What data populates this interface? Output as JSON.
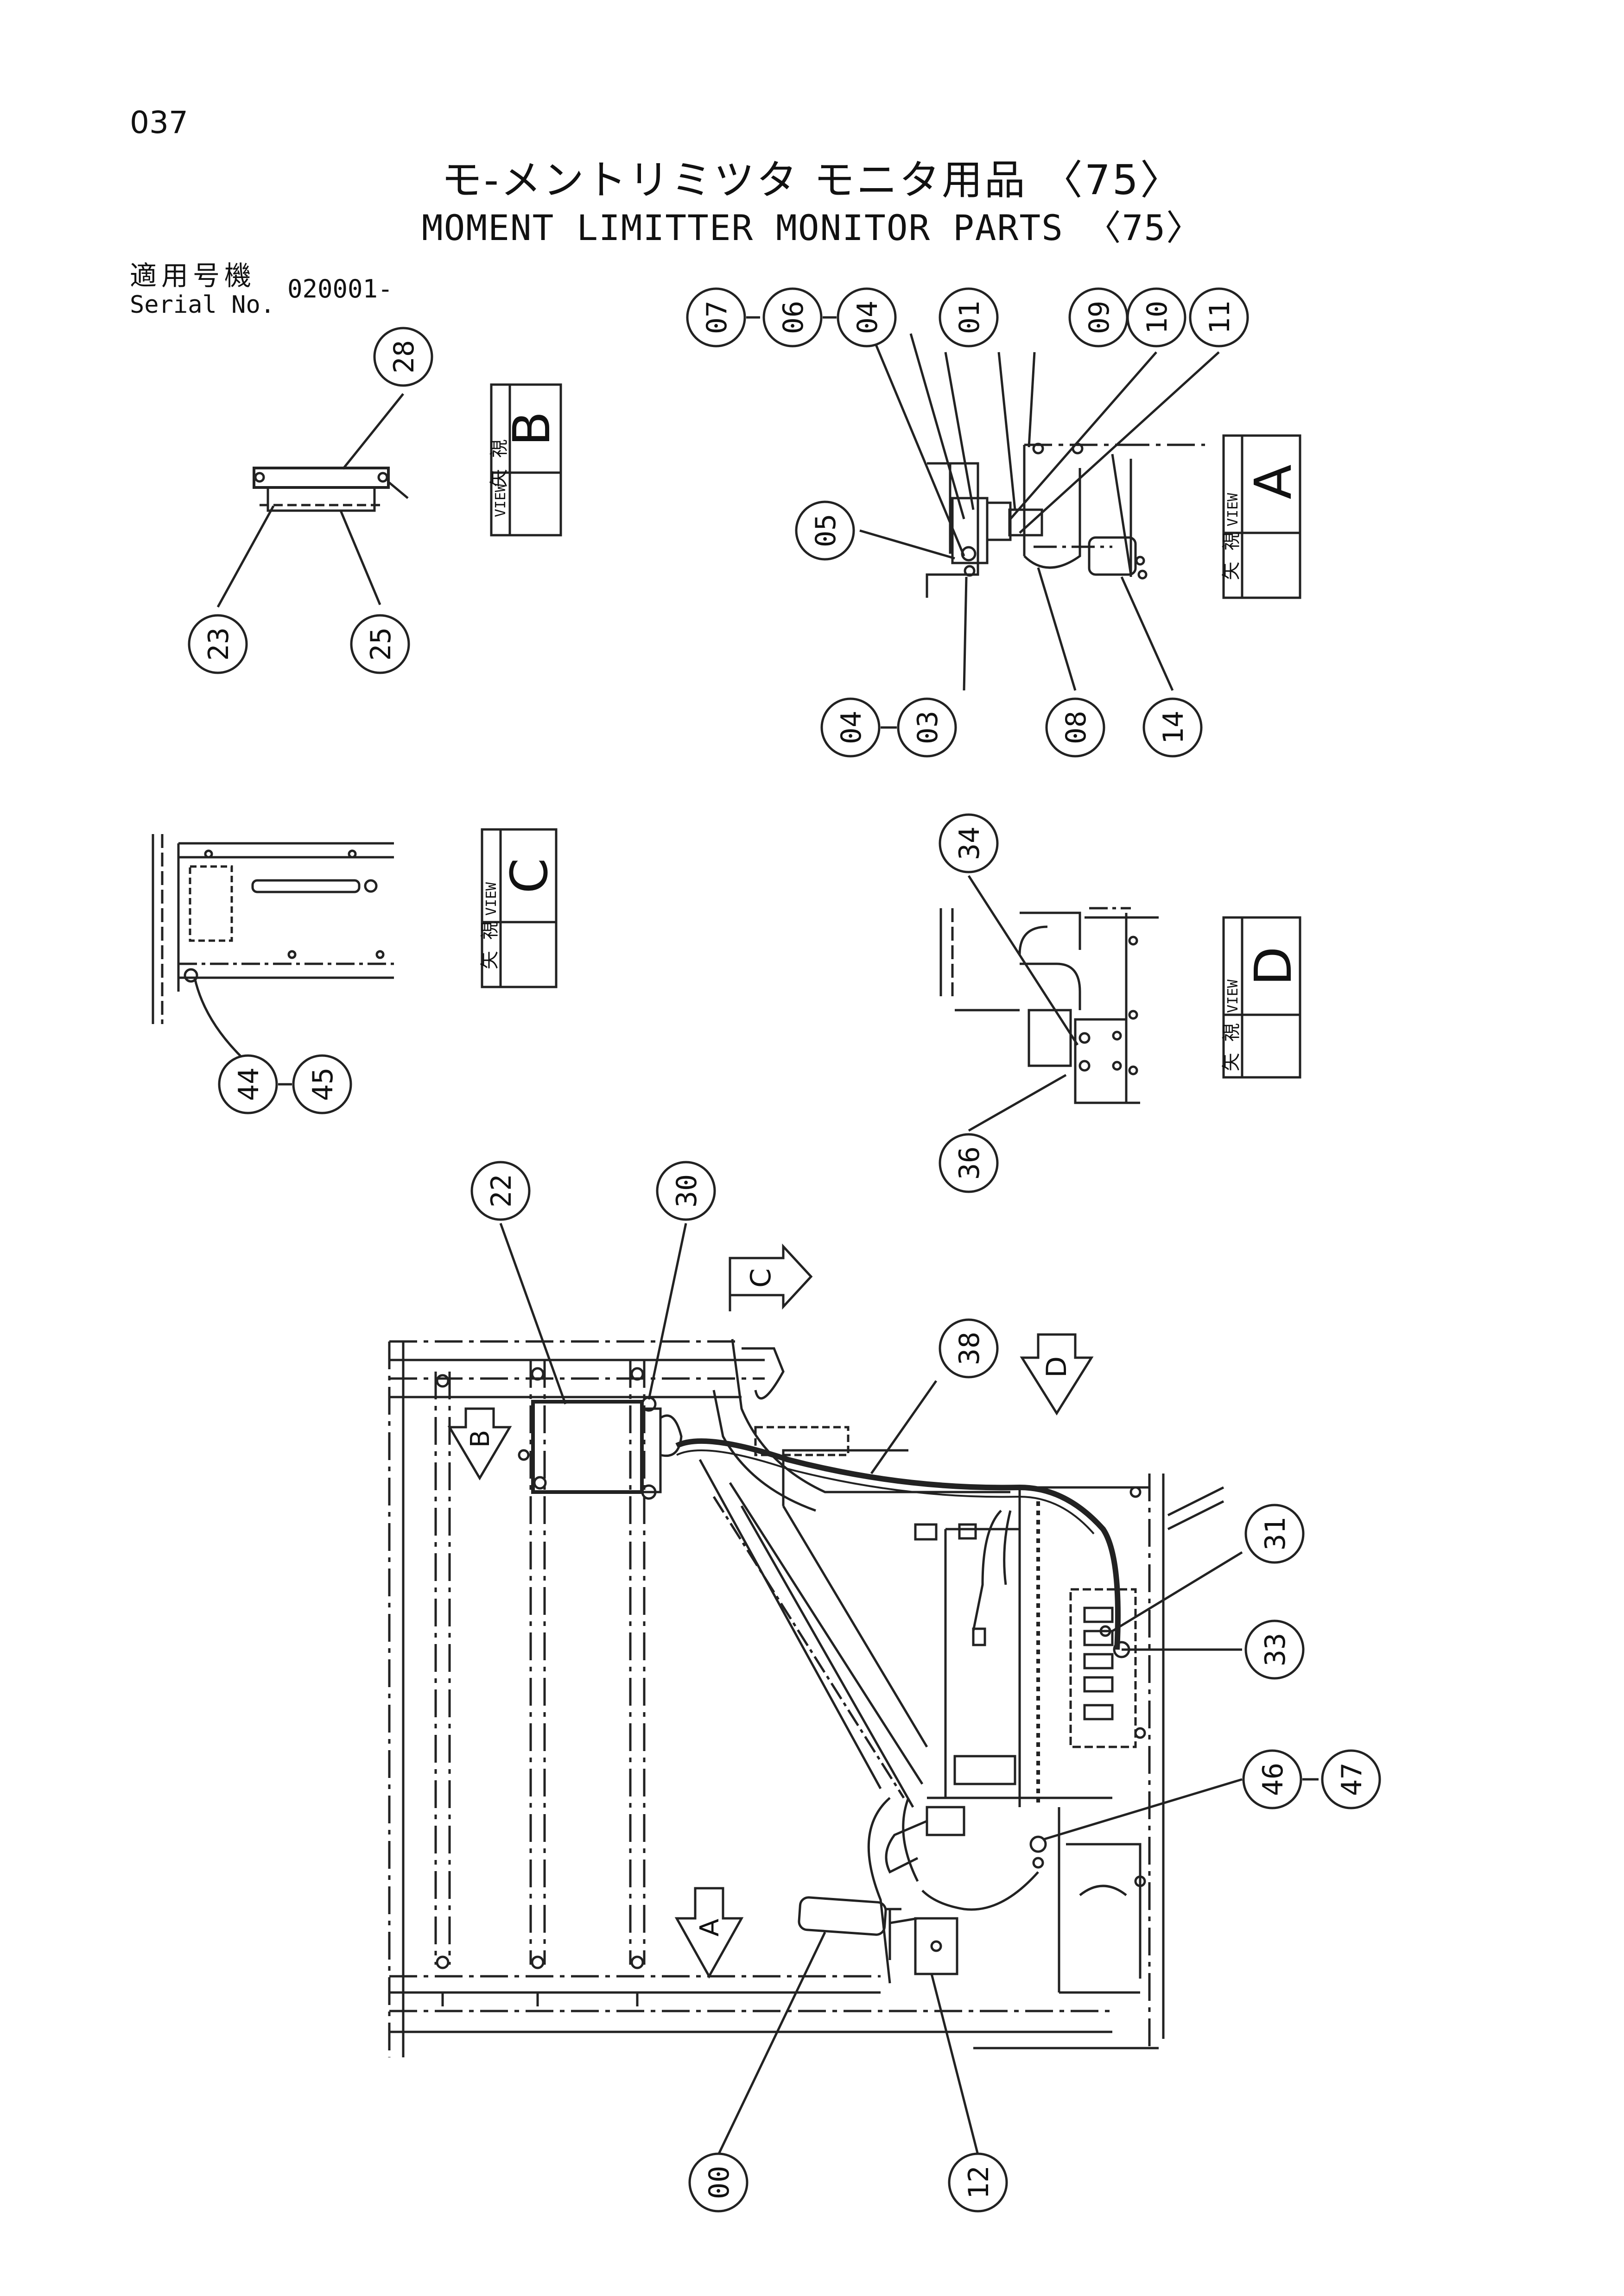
{
  "page_number": "037",
  "title": {
    "jp": "モ-メントリミツタ モニタ用品 〈75〉",
    "en": "MOMENT LIMITTER MONITOR PARTS 〈75〉"
  },
  "serial": {
    "label_jp": "適用号機",
    "label_en": "Serial No.",
    "value": "020001-"
  },
  "views": [
    {
      "id": "view-a",
      "kanji": "矢 視",
      "word": "VIEW",
      "letter": "A"
    },
    {
      "id": "view-b",
      "kanji": "矢 視",
      "word": "VIEW",
      "letter": "B"
    },
    {
      "id": "view-c",
      "kanji": "矢 視",
      "word": "VIEW",
      "letter": "C"
    },
    {
      "id": "view-d",
      "kanji": "矢 視",
      "word": "VIEW",
      "letter": "D"
    }
  ],
  "arrow_letters": [
    "C",
    "D",
    "B",
    "A"
  ],
  "part_callouts": [
    "07",
    "06",
    "04",
    "01",
    "09",
    "10",
    "11",
    "05",
    "04",
    "03",
    "08",
    "14",
    "28",
    "23",
    "25",
    "34",
    "36",
    "44",
    "45",
    "22",
    "30",
    "38",
    "31",
    "33",
    "46",
    "47",
    "00",
    "12"
  ]
}
